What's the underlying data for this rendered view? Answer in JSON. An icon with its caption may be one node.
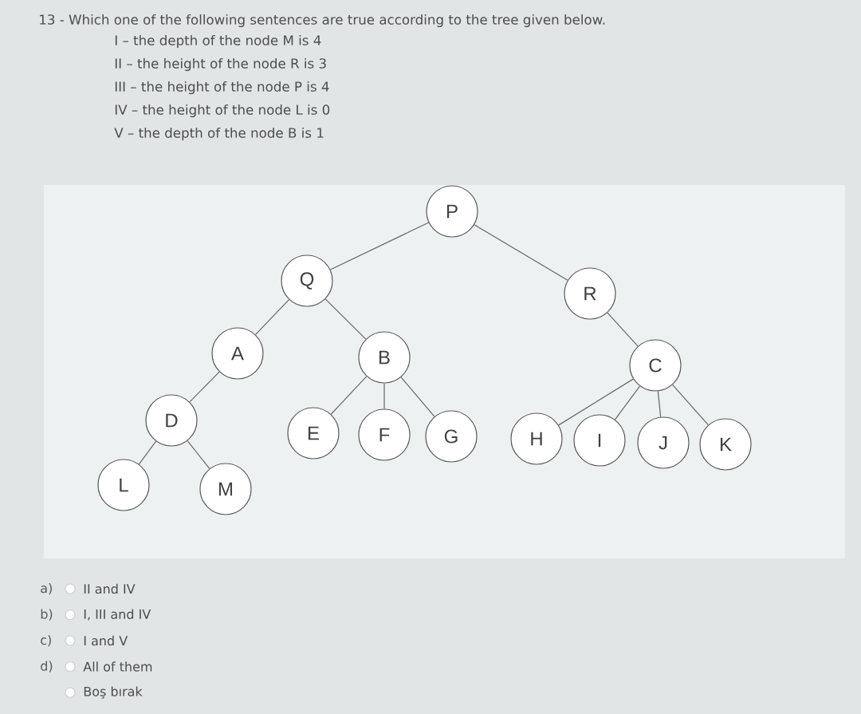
{
  "diagram": {
    "title": "13 - Which one of the following sentences are true according to the tree given below.",
    "nodes": [
      {
        "text": [
          "P"
        ]
      },
      {
        "text": [
          "Q"
        ]
      },
      {
        "text": [
          "R"
        ]
      },
      {
        "text": [
          "A"
        ]
      },
      {
        "text": [
          "B"
        ]
      },
      {
        "text": [
          "C"
        ]
      },
      {
        "text": [
          "D"
        ]
      },
      {
        "text": [
          "E"
        ]
      },
      {
        "text": [
          "F"
        ]
      },
      {
        "text": [
          "G"
        ]
      },
      {
        "text": [
          "H"
        ]
      },
      {
        "text": [
          "I"
        ]
      },
      {
        "text": [
          "J"
        ]
      },
      {
        "text": [
          "K"
        ]
      },
      {
        "text": [
          "L"
        ]
      },
      {
        "text": [
          "M"
        ]
      }
    ],
    "edges": [
      {
        "from": 0,
        "to": 1,
        "arrow": "none"
      },
      {
        "from": 0,
        "to": 2,
        "arrow": "none"
      },
      {
        "from": 1,
        "to": 3,
        "arrow": "none"
      },
      {
        "from": 1,
        "to": 4,
        "arrow": "none"
      },
      {
        "from": 3,
        "to": 6,
        "arrow": "none"
      },
      {
        "from": 6,
        "to": 14,
        "arrow": "none"
      },
      {
        "from": 6,
        "to": 15,
        "arrow": "none"
      },
      {
        "from": 4,
        "to": 7,
        "arrow": "none"
      },
      {
        "from": 4,
        "to": 8,
        "arrow": "none"
      },
      {
        "from": 4,
        "to": 9,
        "arrow": "none"
      },
      {
        "from": 2,
        "to": 5,
        "arrow": "none"
      },
      {
        "from": 5,
        "to": 10,
        "arrow": "none"
      },
      {
        "from": 5,
        "to": 11,
        "arrow": "none"
      },
      {
        "from": 5,
        "to": 12,
        "arrow": "none"
      },
      {
        "from": 5,
        "to": 13,
        "arrow": "none"
      }
    ],
    "labels": [
      "I – the depth of the node M is 4",
      "II – the height of the node R is 3",
      "III – the height of the node P is 4",
      "IV – the height of the node L is 0",
      "V – the depth of the node B is 1",
      "a)",
      "II and IV",
      "b)",
      "I, III and IV",
      "c)",
      "I and V",
      "d)",
      "All of them",
      "Boş bırak"
    ]
  }
}
